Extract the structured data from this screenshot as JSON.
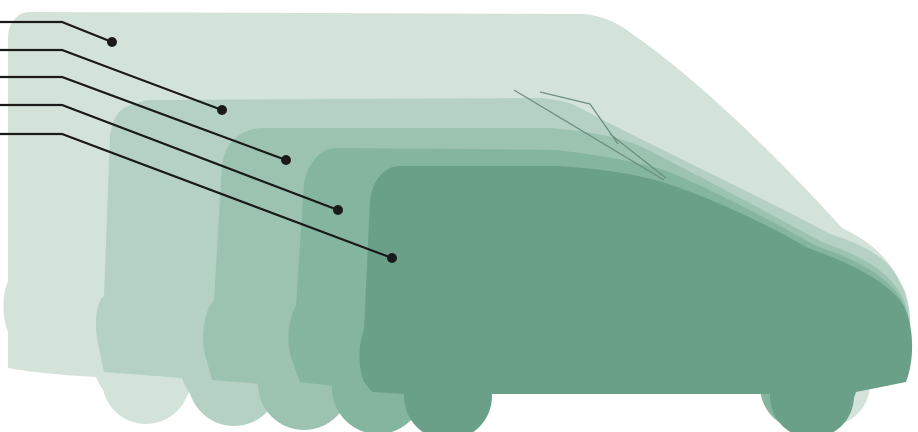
{
  "diagram": {
    "type": "van-size-comparison-silhouettes",
    "vans": [
      {
        "id": "van-1",
        "size_rank": 1,
        "fill": "#d4e3da"
      },
      {
        "id": "van-2",
        "size_rank": 2,
        "fill": "#b5d1c3"
      },
      {
        "id": "van-3",
        "size_rank": 3,
        "fill": "#9bc3af"
      },
      {
        "id": "van-4",
        "size_rank": 4,
        "fill": "#84b59e"
      },
      {
        "id": "van-5",
        "size_rank": 5,
        "fill": "#6a9f88"
      }
    ],
    "callouts": [
      {
        "id": "callout-1",
        "target": "van-1",
        "label": ""
      },
      {
        "id": "callout-2",
        "target": "van-2",
        "label": ""
      },
      {
        "id": "callout-3",
        "target": "van-3",
        "label": ""
      },
      {
        "id": "callout-4",
        "target": "van-4",
        "label": ""
      },
      {
        "id": "callout-5",
        "target": "van-5",
        "label": ""
      }
    ],
    "line_color": "#1a1a1a",
    "background": "#ffffff"
  }
}
